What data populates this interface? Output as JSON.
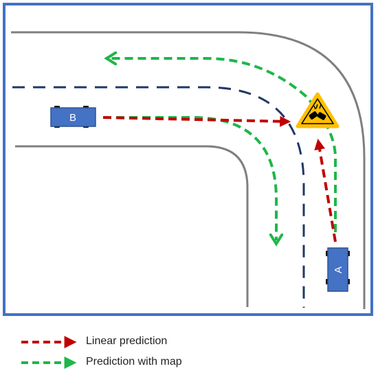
{
  "vehicles": {
    "a": {
      "label": "A"
    },
    "b": {
      "label": "B"
    }
  },
  "hazard": {
    "icon": "collision-warning-icon"
  },
  "legend": {
    "items": [
      {
        "label": "Linear prediction",
        "color": "#c00000"
      },
      {
        "label": "Prediction with map",
        "color": "#1fb64a"
      }
    ]
  },
  "colors": {
    "frame": "#4472c4",
    "road_edge": "#7f7f7f",
    "lane_divider": "#1f3864",
    "car_body": "#4472c4",
    "warning_sign": "#ffc000"
  }
}
